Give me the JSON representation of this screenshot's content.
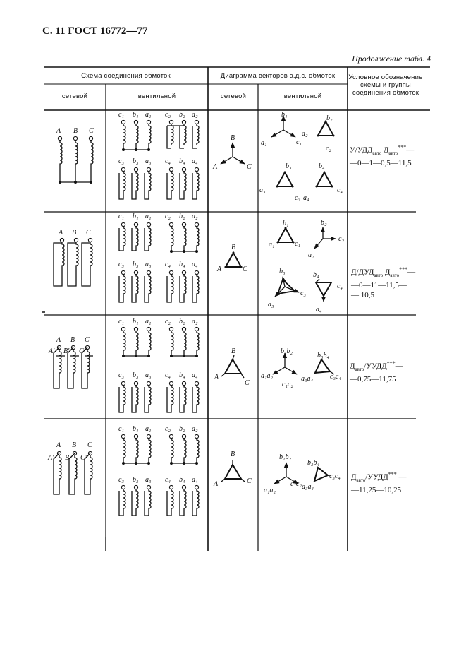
{
  "page_header": "С. 11 ГОСТ 16772—77",
  "continuation_label": "Продолжение табл. 4",
  "table": {
    "group_headers": {
      "winding_scheme": "Схема соединения обмоток",
      "vector_diagram": "Диаграмма векторов э.д.с. обмоток",
      "designation": "Условное обозначение схемы и группы соединения обмоток"
    },
    "sub_headers": {
      "scheme_network": "сетевой",
      "scheme_valve": "вентильной",
      "diagram_network": "сетевой",
      "diagram_valve": "вентильной"
    },
    "rows": [
      {
        "designation": {
          "pre": "У/УДД",
          "sub1": "авто",
          "mid": " Д",
          "sub2": "авто",
          "sup": "***",
          "post": "—",
          "line2": "—0—1—0,5—11,5"
        }
      },
      {
        "designation": {
          "pre": "Д/ДУД",
          "sub1": "авто",
          "mid": " Д",
          "sub2": "авто",
          "sup": "***",
          "post": "—",
          "line2": "—0—11—11,5—",
          "line3": "— 10,5"
        }
      },
      {
        "designation": {
          "pre": "Д",
          "sub1": "авто",
          "mid": "/УУДД",
          "sup": "***",
          "post": "—",
          "line2": "—0,75—11,75"
        }
      },
      {
        "designation": {
          "pre": "Д",
          "sub1": "авто",
          "mid": "/УУДД",
          "sup": "***",
          "post": " —",
          "line2": "—11,25—10,25"
        }
      }
    ]
  },
  "labels": {
    "A": "A",
    "B": "B",
    "C": "C",
    "A1": "A'",
    "B1": "B'",
    "C1": "C'",
    "c1": "c₁",
    "b1": "b₁",
    "a1": "a₁",
    "c2": "c₂",
    "b2": "b₂",
    "a2": "a₂",
    "c3": "c₃",
    "b3": "b₃",
    "a3": "a₃",
    "c4": "c₄",
    "b4": "b₄",
    "a4": "a₄",
    "b1b2": "b₁b₂",
    "b3b4": "b₃b₄",
    "a1a2": "a₁a₂",
    "c1c2": "c₁c₂",
    "a3a4": "a₃a₄",
    "c3c4": "c₃c₄"
  }
}
